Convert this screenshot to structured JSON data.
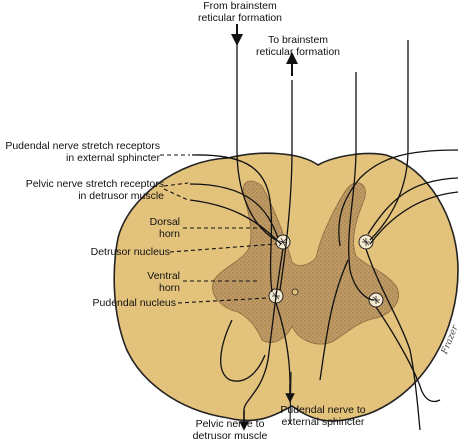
{
  "colors": {
    "white_matter": "#e3c27c",
    "gray_matter": "#bf9a64",
    "stipple": "#8c6a3e",
    "outline": "#222222",
    "nerve": "#111111"
  },
  "labels": {
    "from_brainstem": "From brainstem\nreticular formation",
    "to_brainstem": "To brainstem\nreticular formation",
    "pudendal_stretch": "Pudendal nerve stretch receptors\nin external sphincter",
    "pelvic_stretch": "Pelvic nerve stretch receptors\nin detrusor muscle",
    "dorsal_horn": "Dorsal\nhorn",
    "detrusor_nucleus": "Detrusor nucleus",
    "ventral_horn": "Ventral\nhorn",
    "pudendal_nucleus": "Pudendal nucleus",
    "pelvic_to_detrusor": "Pelvic nerve to\ndetrusor muscle",
    "pudendal_to_sphincter": "Pudendal nerve to\nexternal sphincter"
  },
  "signature": "Frazer"
}
